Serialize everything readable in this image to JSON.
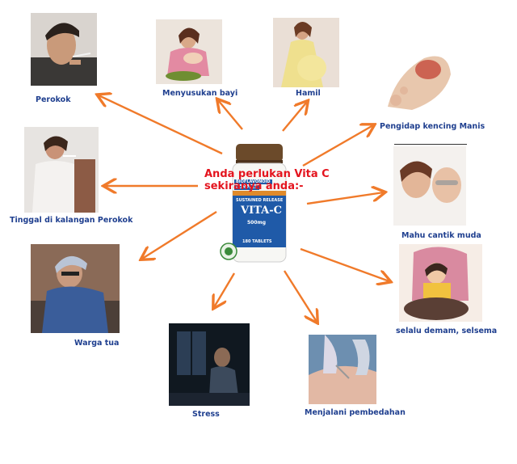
{
  "headline": {
    "line1": "Anda perlukan Vita C",
    "line2": "sekiranya anda:-"
  },
  "product": {
    "brand_line1": "SUSTAINED RELEASE",
    "name": "VITA-C",
    "strength": "500mg",
    "count": "180 TABLETS",
    "side_label_1": "BIOFLAVONOID",
    "side_label_2": "COMPLEX"
  },
  "captions": {
    "perokok": "Perokok",
    "menyusukan_bayi": "Menyusukan bayi",
    "hamil": "Hamil",
    "kencing_manis": "Pengidap kencing Manis",
    "kalangan_perokok": "Tinggal di kalangan Perokok",
    "cantik_muda": "Mahu cantik muda",
    "warga_tua": "Warga tua",
    "demam": "selalu demam, selsema",
    "stress": "Stress",
    "pembedahan": "Menjalani pembedahan"
  },
  "colors": {
    "arrow": "#f07a2a",
    "caption": "#1f3f8f",
    "headline": "#e4141e"
  }
}
